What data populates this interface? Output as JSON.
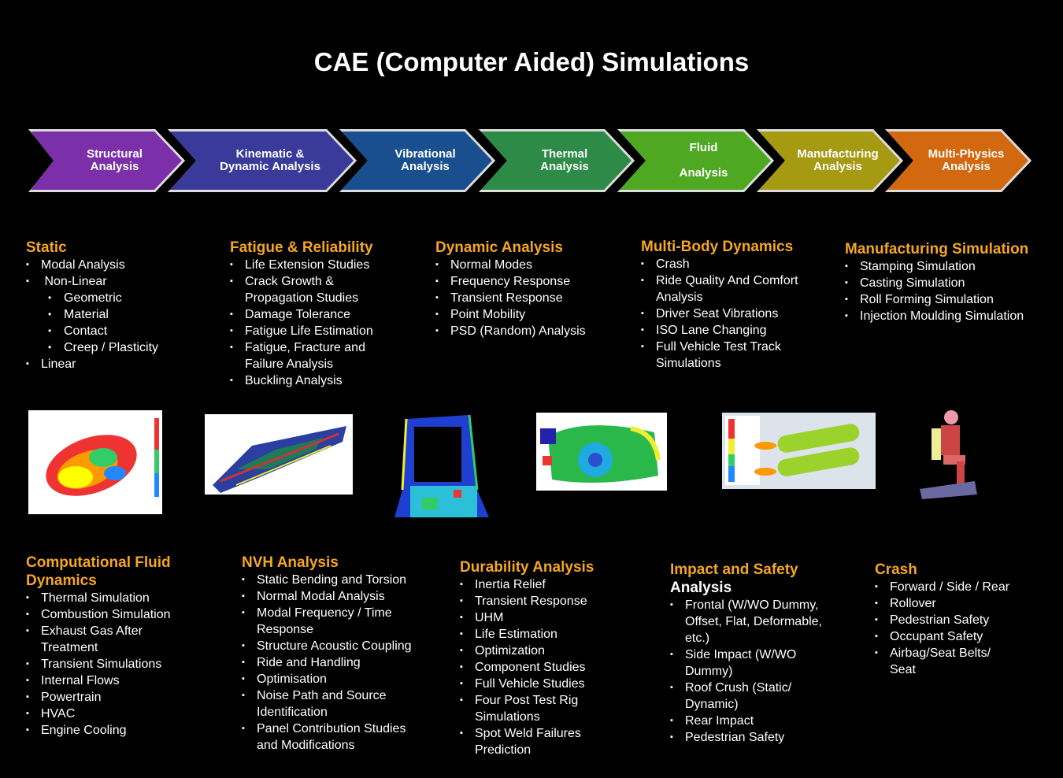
{
  "title": "CAE (Computer Aided) Simulations",
  "chevrons": [
    {
      "label": "Structural\nAnalysis",
      "color": "#7b2fa8"
    },
    {
      "label": "Kinematic &\nDynamic Analysis",
      "color": "#3a3a9a"
    },
    {
      "label": "Vibrational\nAnalysis",
      "color": "#1a4f8f"
    },
    {
      "label": "Thermal\nAnalysis",
      "color": "#2e8b47"
    },
    {
      "label": "Fluid\n\nAnalysis",
      "color": "#4fa821"
    },
    {
      "label": "Manufacturing\nAnalysis",
      "color": "#a59a12"
    },
    {
      "label": "Multi-Physics\nAnalysis",
      "color": "#d2680f"
    }
  ],
  "top_blocks": {
    "static": {
      "heading": "Static",
      "items": [
        "Modal Analysis",
        " Non-Linear",
        "Geometric",
        "Material",
        "Contact",
        "Creep / Plasticity",
        "Linear"
      ]
    },
    "fatigue": {
      "heading": "Fatigue & Reliability",
      "items": [
        "Life Extension Studies",
        "Crack Growth & Propagation Studies",
        "Damage Tolerance",
        "Fatigue Life Estimation",
        "Fatigue, Fracture and Failure Analysis",
        "Buckling Analysis"
      ]
    },
    "dynamic": {
      "heading": "Dynamic Analysis",
      "items": [
        "Normal Modes",
        "Frequency Response",
        "Transient Response",
        "Point Mobility",
        "PSD (Random) Analysis"
      ]
    },
    "multibody": {
      "heading": "Multi-Body Dynamics",
      "items": [
        "Crash",
        "Ride Quality And Comfort Analysis",
        "Driver Seat Vibrations",
        "ISO Lane Changing",
        "Full Vehicle Test Track Simulations"
      ]
    },
    "manufacturing": {
      "heading": "Manufacturing Simulation",
      "items": [
        "Stamping Simulation",
        "Casting Simulation",
        "Roll Forming Simulation",
        "Injection Moulding Simulation"
      ]
    }
  },
  "bottom_blocks": {
    "cfd": {
      "heading": "Computational Fluid Dynamics",
      "items": [
        "Thermal Simulation",
        "Combustion Simulation",
        "Exhaust Gas After Treatment",
        "Transient Simulations",
        "Internal Flows",
        "Powertrain",
        "HVAC",
        "Engine Cooling"
      ]
    },
    "nvh": {
      "heading": "NVH Analysis",
      "items": [
        "Static Bending and Torsion",
        "Normal Modal Analysis",
        "Modal Frequency / Time Response",
        "Structure Acoustic Coupling",
        "Ride and Handling",
        "Optimisation",
        "Noise Path and Source Identification",
        "Panel Contribution Studies and Modifications"
      ]
    },
    "durability": {
      "heading": "Durability Analysis",
      "items": [
        "Inertia Relief",
        "Transient Response",
        "UHM",
        "Life Estimation",
        "Optimization",
        "Component Studies",
        "Full Vehicle Studies",
        "Four Post Test Rig Simulations",
        "Spot Weld Failures Prediction"
      ]
    },
    "impact": {
      "heading": "Impact and Safety",
      "heading2": "Analysis",
      "items": [
        "Frontal (W/WO Dummy, Offset, Flat, Deformable, etc.)",
        "Side Impact (W/WO Dummy)",
        "Roof Crush (Static/ Dynamic)",
        "Rear Impact",
        "Pedestrian Safety"
      ]
    },
    "crash": {
      "heading": "Crash",
      "items": [
        "Forward / Side / Rear",
        "Rollover",
        "Pedestrian Safety",
        "Occupant Safety",
        "Airbag/Seat Belts/ Seat"
      ]
    }
  },
  "colors": {
    "heading": "#f5a623",
    "background": "#000000"
  }
}
